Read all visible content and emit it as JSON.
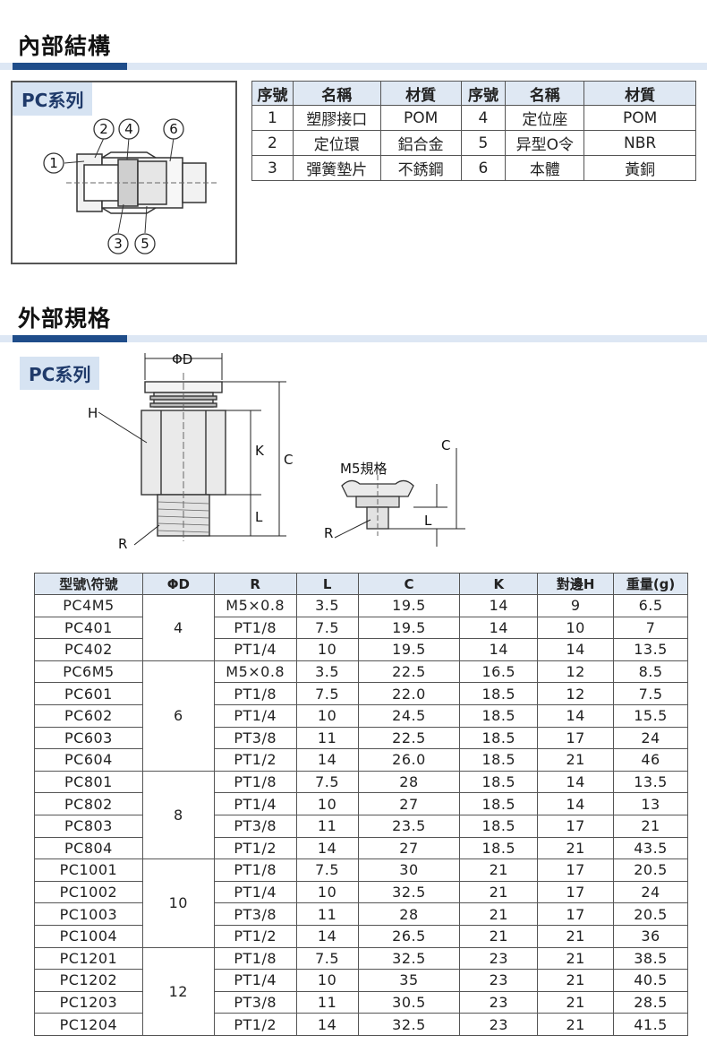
{
  "internal": {
    "title": "內部結構",
    "series": "PC系列",
    "callouts": [
      "1",
      "2",
      "4",
      "6",
      "3",
      "5"
    ],
    "parts_headers": [
      "序號",
      "名稱",
      "材質",
      "序號",
      "名稱",
      "材質"
    ],
    "parts_rows": [
      [
        "1",
        "塑膠接口",
        "POM",
        "4",
        "定位座",
        "POM"
      ],
      [
        "2",
        "定位環",
        "鋁合金",
        "5",
        "异型O令",
        "NBR"
      ],
      [
        "3",
        "彈簧墊片",
        "不銹鋼",
        "6",
        "本體",
        "黃銅"
      ]
    ]
  },
  "external": {
    "title": "外部規格",
    "series": "PC系列",
    "dims": {
      "d": "ΦD",
      "h": "H",
      "k": "K",
      "c": "C",
      "l": "L",
      "r": "R"
    },
    "m5": {
      "title": "M5規格",
      "c": "C",
      "l": "L",
      "r": "R"
    }
  },
  "spec": {
    "headers": [
      "型號\\符號",
      "ΦD",
      "R",
      "L",
      "C",
      "K",
      "對邊H",
      "重量(g)"
    ],
    "groups": [
      {
        "d": "4",
        "rows": [
          [
            "PC4M5",
            "M5×0.8",
            "3.5",
            "19.5",
            "14",
            "9",
            "6.5"
          ],
          [
            "PC401",
            "PT1/8",
            "7.5",
            "19.5",
            "14",
            "10",
            "7"
          ],
          [
            "PC402",
            "PT1/4",
            "10",
            "19.5",
            "14",
            "14",
            "13.5"
          ]
        ]
      },
      {
        "d": "6",
        "rows": [
          [
            "PC6M5",
            "M5×0.8",
            "3.5",
            "22.5",
            "16.5",
            "12",
            "8.5"
          ],
          [
            "PC601",
            "PT1/8",
            "7.5",
            "22.0",
            "18.5",
            "12",
            "7.5"
          ],
          [
            "PC602",
            "PT1/4",
            "10",
            "24.5",
            "18.5",
            "14",
            "15.5"
          ],
          [
            "PC603",
            "PT3/8",
            "11",
            "22.5",
            "18.5",
            "17",
            "24"
          ],
          [
            "PC604",
            "PT1/2",
            "14",
            "26.0",
            "18.5",
            "21",
            "46"
          ]
        ]
      },
      {
        "d": "8",
        "rows": [
          [
            "PC801",
            "PT1/8",
            "7.5",
            "28",
            "18.5",
            "14",
            "13.5"
          ],
          [
            "PC802",
            "PT1/4",
            "10",
            "27",
            "18.5",
            "14",
            "13"
          ],
          [
            "PC803",
            "PT3/8",
            "11",
            "23.5",
            "18.5",
            "17",
            "21"
          ],
          [
            "PC804",
            "PT1/2",
            "14",
            "27",
            "18.5",
            "21",
            "43.5"
          ]
        ]
      },
      {
        "d": "10",
        "rows": [
          [
            "PC1001",
            "PT1/8",
            "7.5",
            "30",
            "21",
            "17",
            "20.5"
          ],
          [
            "PC1002",
            "PT1/4",
            "10",
            "32.5",
            "21",
            "17",
            "24"
          ],
          [
            "PC1003",
            "PT3/8",
            "11",
            "28",
            "21",
            "17",
            "20.5"
          ],
          [
            "PC1004",
            "PT1/2",
            "14",
            "26.5",
            "21",
            "21",
            "36"
          ]
        ]
      },
      {
        "d": "12",
        "rows": [
          [
            "PC1201",
            "PT1/8",
            "7.5",
            "32.5",
            "23",
            "21",
            "38.5"
          ],
          [
            "PC1202",
            "PT1/4",
            "10",
            "35",
            "23",
            "21",
            "40.5"
          ],
          [
            "PC1203",
            "PT3/8",
            "11",
            "30.5",
            "23",
            "21",
            "28.5"
          ],
          [
            "PC1204",
            "PT1/2",
            "14",
            "32.5",
            "23",
            "21",
            "41.5"
          ]
        ]
      }
    ]
  }
}
